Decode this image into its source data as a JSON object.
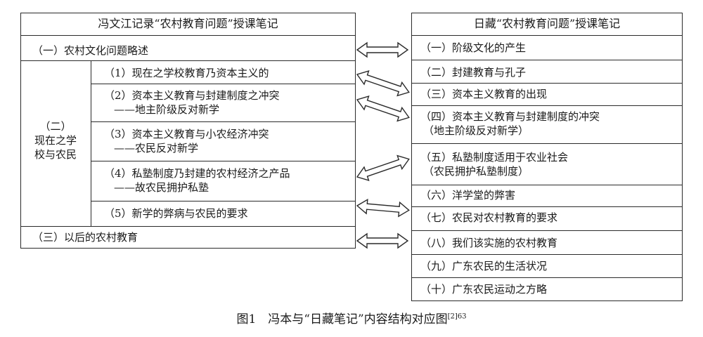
{
  "left": {
    "title": "冯文江记录“农村教育问题”授课笔记",
    "item1": "（一）农村文化问题略述",
    "item2_label_l1": "（二）",
    "item2_label_l2": "现在之学",
    "item2_label_l3": "校与农民",
    "sub1": "（1）现在之学校教育乃资本主义的",
    "sub2_l1": "（2）资本主义教育与封建制度之冲突",
    "sub2_l2": "——地主阶级反对新学",
    "sub3_l1": "（3）资本主义教育与小农经济冲突",
    "sub3_l2": "——农民反对新学",
    "sub4_l1": "（4）私塾制度乃封建的农村经济之产品",
    "sub4_l2": "——故农民拥护私塾",
    "sub5": "（5）新学的弊病与农民的要求",
    "item3": "（三）以后的农村教育"
  },
  "right": {
    "title": "日藏“农村教育问题”授课笔记",
    "items": [
      {
        "l1": "（一）阶级文化的产生",
        "l2": ""
      },
      {
        "l1": "（二）封建教育与孔子",
        "l2": ""
      },
      {
        "l1": "（三）资本主义教育的出现",
        "l2": ""
      },
      {
        "l1": "（四）资本主义教育与封建制度的冲突",
        "l2": "（地主阶级反对新学）"
      },
      {
        "l1": "（五）私塾制度适用于农业社会",
        "l2": "（农民拥护私塾制度）"
      },
      {
        "l1": "（六）洋学堂的弊害",
        "l2": ""
      },
      {
        "l1": "（七）农民对农村教育的要求",
        "l2": ""
      },
      {
        "l1": "（八）我们该实施的农村教育",
        "l2": ""
      },
      {
        "l1": "（九）广东农民的生活状况",
        "l2": ""
      },
      {
        "l1": "（十）广东农民运动之方略",
        "l2": ""
      }
    ]
  },
  "caption": {
    "text": "图1　冯本与“日藏笔记”内容结构对应图",
    "ref": "[2]63"
  }
}
